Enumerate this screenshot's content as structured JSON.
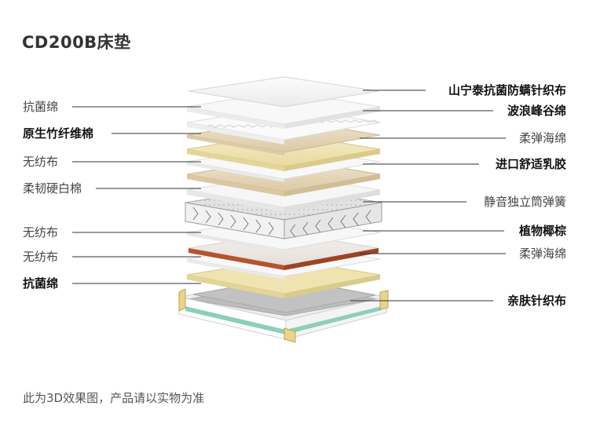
{
  "title": "CD200B床垫",
  "footnote": "此为3D效果图，产品请以实物为准",
  "left_labels": [
    {
      "text": "抗菌绵",
      "bold": false
    },
    {
      "text": "原生竹纤维棉",
      "bold": true
    },
    {
      "text": "无纺布",
      "bold": false
    },
    {
      "text": "柔韧硬白棉",
      "bold": false
    },
    {
      "text": "无纺布",
      "bold": false
    },
    {
      "text": "无纺布",
      "bold": false
    },
    {
      "text": "抗菌绵",
      "bold": true
    }
  ],
  "right_labels": [
    {
      "text": "山宁泰抗菌防螨针织布",
      "bold": true
    },
    {
      "text": "波浪峰谷绵",
      "bold": true
    },
    {
      "text": "柔弹海绵",
      "bold": false
    },
    {
      "text": "进口舒适乳胶",
      "bold": true
    },
    {
      "text": "静音独立筒弹簧",
      "bold": false
    },
    {
      "text": "植物椰棕",
      "bold": true
    },
    {
      "text": "柔弹海绵",
      "bold": false
    },
    {
      "text": "亲肤针织布",
      "bold": true
    }
  ],
  "colors": {
    "white_layer": "#f7f7f7",
    "beige_layer": "#e9dcc2",
    "yellow_layer": "#efe4b0",
    "coir_layer": "#b5542e",
    "spring_layer": "#d9d9d9",
    "frame_green": "#8ccfb9",
    "line": "#333333"
  }
}
